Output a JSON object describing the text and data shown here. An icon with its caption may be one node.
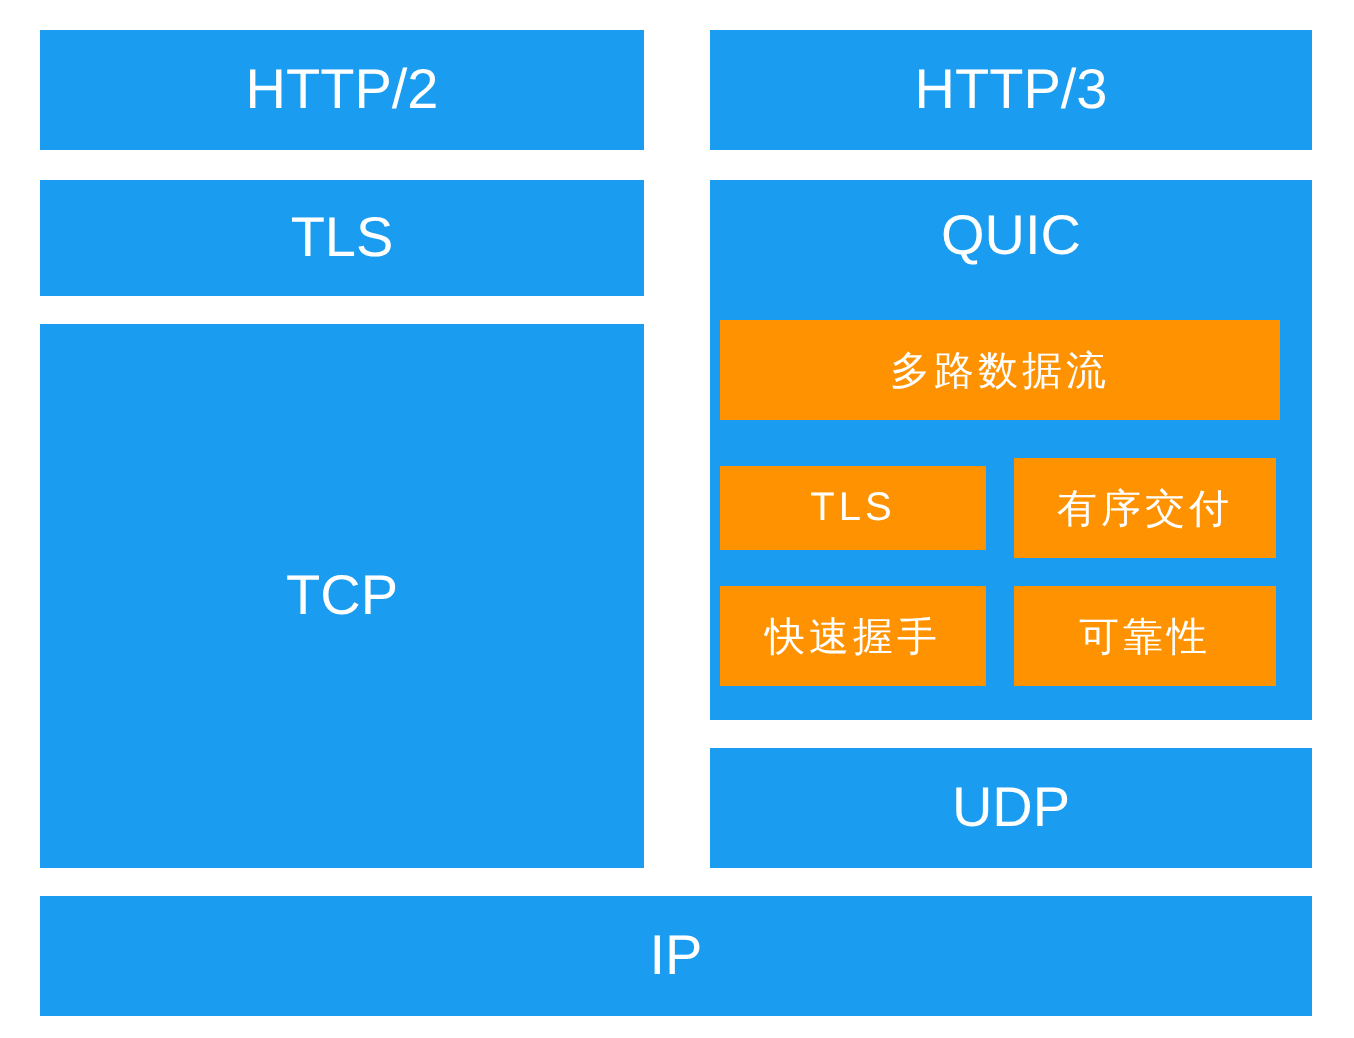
{
  "diagram": {
    "nodes": [
      {
        "text": [
          "HTTP/2"
        ]
      },
      {
        "text": [
          "HTTP/3"
        ]
      },
      {
        "text": [
          "TLS"
        ]
      },
      {
        "text": [
          "QUIC"
        ]
      },
      {
        "text": [
          "多路数据流"
        ],
        "in": 3
      },
      {
        "text": [
          "TLS"
        ],
        "in": 3
      },
      {
        "text": [
          "有序交付"
        ],
        "in": 3
      },
      {
        "text": [
          "快速握手"
        ],
        "in": 3
      },
      {
        "text": [
          "可靠性"
        ],
        "in": 3
      },
      {
        "text": [
          "TCP"
        ]
      },
      {
        "text": [
          "UDP"
        ]
      },
      {
        "text": [
          "IP"
        ]
      }
    ]
  }
}
